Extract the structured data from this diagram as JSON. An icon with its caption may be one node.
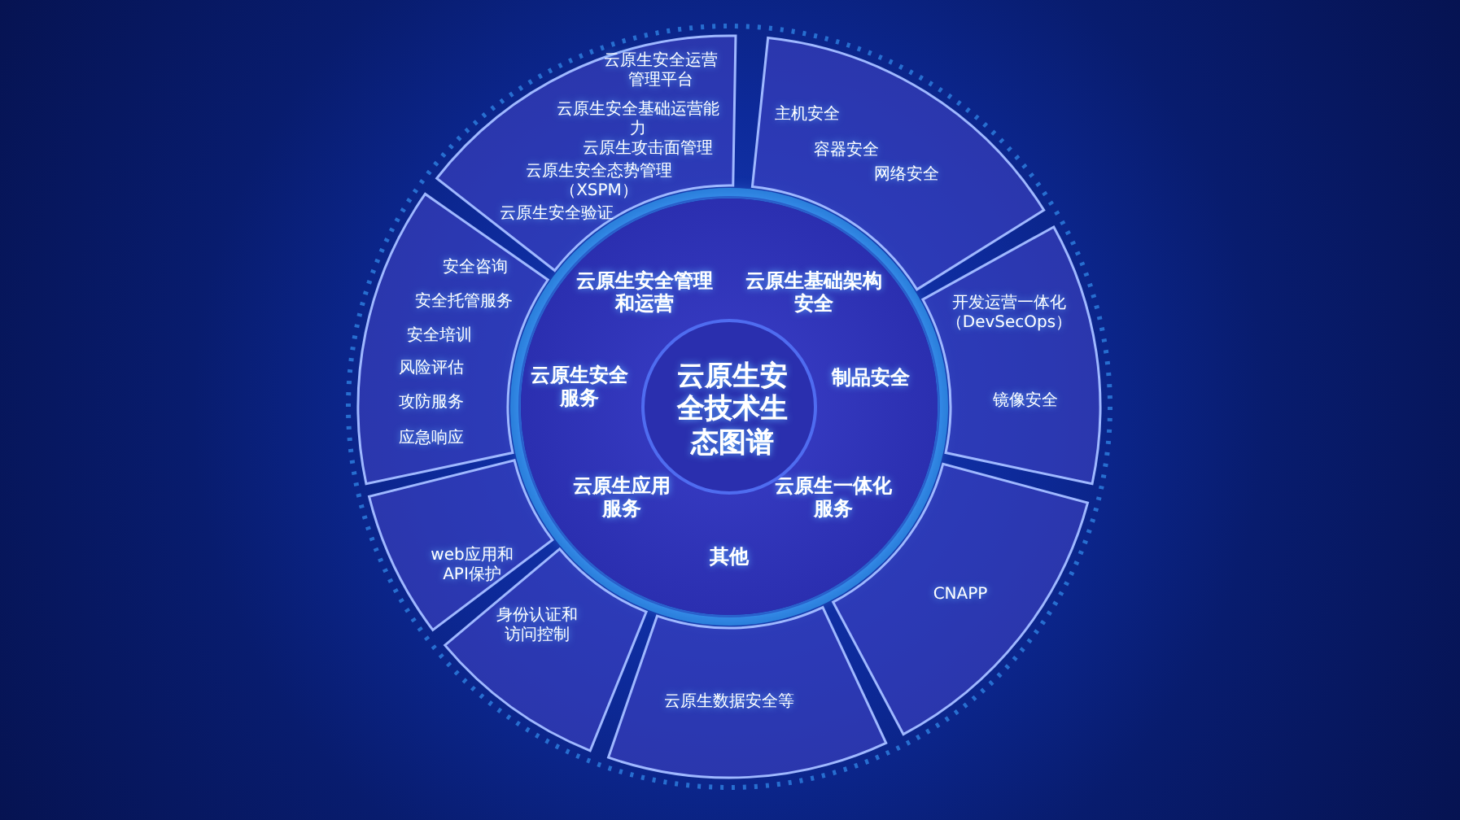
{
  "diagram": {
    "nodes": [
      {
        "text": [
          "云原生安全管理和运营",
          "云原生基础架构安全",
          "云原生安全服务",
          "制品安全",
          "云原生应用服务",
          "云原生一体化服务",
          "其他"
        ]
      },
      {
        "text": [
          "云原生安全技术生态图谱"
        ],
        "in": 0
      },
      {
        "text": [
          "云原生安全运营管理平台",
          "云原生安全基础运营能力",
          "云原生攻击面管理",
          "云原生安全态势管理（XSPM）",
          "云原生安全验证"
        ]
      },
      {
        "text": [
          "主机安全",
          "容器安全",
          "网络安全"
        ]
      },
      {
        "text": [
          "开发运营一体化（DevSecOps）",
          "镜像安全"
        ]
      },
      {
        "text": [
          "CNAPP"
        ]
      },
      {
        "text": [
          "云原生数据安全等"
        ]
      },
      {
        "text": [
          "身份认证和访问控制"
        ]
      },
      {
        "text": [
          "web应用和API保护"
        ]
      },
      {
        "text": [
          "安全咨询",
          "安全托管服务",
          "安全培训",
          "风险评估",
          "攻防服务",
          "应急响应"
        ]
      }
    ]
  }
}
